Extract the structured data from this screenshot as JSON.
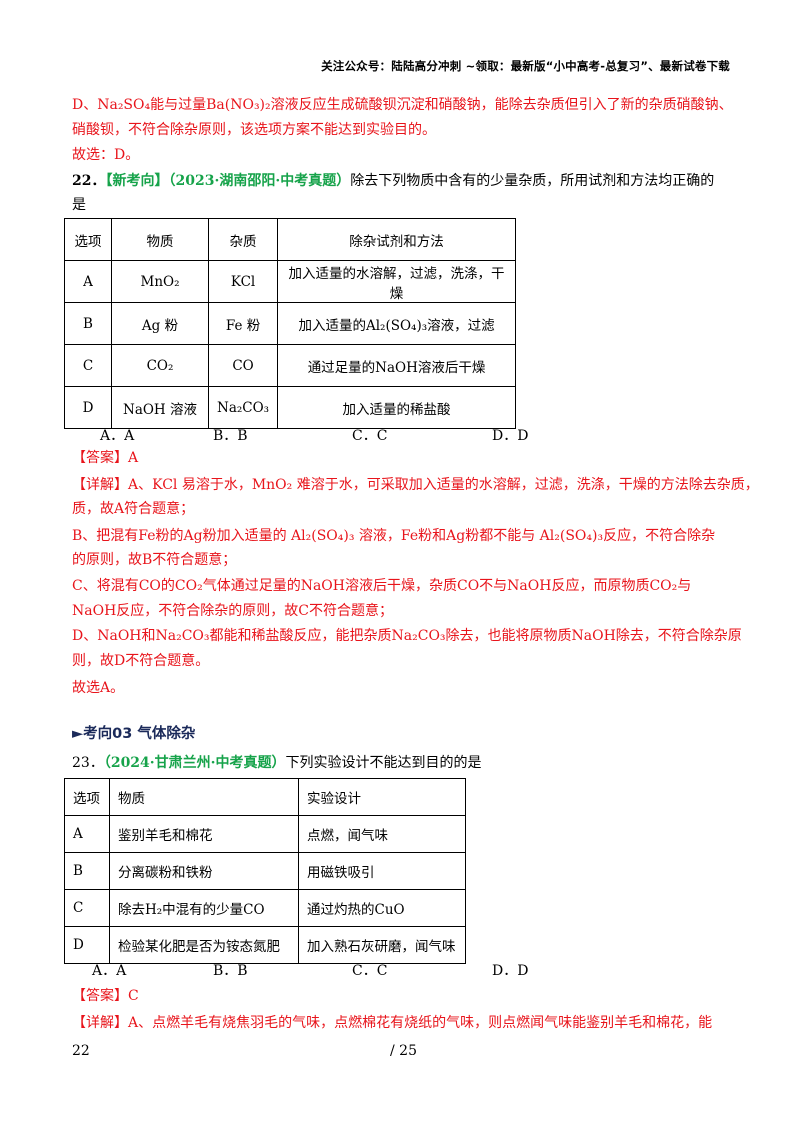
{
  "header": "关注公众号：陆陆高分冲刺  ~领取：最新版“小中高考-总复习”、最新试卷下载",
  "prev": {
    "d_line1": "D、Na₂SO₄能与过量Ba(NO₃)₂溶液反应生成硫酸钡沉淀和硝酸钠，能除去杂质但引入了新的杂质硝酸钠、",
    "d_line2": "硝酸钡，不符合除杂原则，该选项方案不能达到实验目的。",
    "choice": "故选：D。"
  },
  "q22": {
    "num": "22．",
    "tag": "【新考向】",
    "source": "（2023·湖南邵阳·中考真题）",
    "stem1": "除去下列物质中含有的少量杂质，所用试剂和方法均正确的",
    "stem2": "是",
    "table": {
      "headers": [
        "选项",
        "物质",
        "杂质",
        "除杂试剂和方法"
      ],
      "rows": [
        [
          "A",
          "MnO₂",
          "KCl",
          "加入适量的水溶解，过滤，洗涤，干燥"
        ],
        [
          "B",
          "Ag 粉",
          "Fe 粉",
          "加入适量的Al₂(SO₄)₃溶液，过滤"
        ],
        [
          "C",
          "CO₂",
          "CO",
          "通过足量的NaOH溶液后干燥"
        ],
        [
          "D",
          "NaOH 溶液",
          "Na₂CO₃",
          "加入适量的稀盐酸"
        ]
      ]
    },
    "options": [
      "A．A",
      "B．B",
      "C．C",
      "D．D"
    ],
    "answer": "【答案】A",
    "detail": [
      "【详解】A、KCl 易溶于水，MnO₂ 难溶于水，可采取加入适量的水溶解，过滤，洗涤，干燥的方法除去杂质，",
      "质，故A符合题意；",
      "B、把混有Fe粉的Ag粉加入适量的 Al₂(SO₄)₃ 溶液，Fe粉和Ag粉都不能与 Al₂(SO₄)₃反应，不符合除杂",
      "的原则，故B不符合题意；",
      "C、将混有CO的CO₂气体通过足量的NaOH溶液后干燥，杂质CO不与NaOH反应，而原物质CO₂与",
      "NaOH反应，不符合除杂的原则，故C不符合题意；",
      "D、NaOH和Na₂CO₃都能和稀盐酸反应，能把杂质Na₂CO₃除去，也能将原物质NaOH除去，不符合除杂原",
      "则，故D不符合题意。",
      "故选A。"
    ]
  },
  "section": "►考向03  气体除杂",
  "q23": {
    "num": "23．",
    "source": "（2024·甘肃兰州·中考真题）",
    "stem": "下列实验设计不能达到目的的是",
    "table": {
      "headers": [
        "选项",
        "物质",
        "实验设计"
      ],
      "rows": [
        [
          "A",
          "鉴别羊毛和棉花",
          "点燃，闻气味"
        ],
        [
          "B",
          "分离碳粉和铁粉",
          "用磁铁吸引"
        ],
        [
          "C",
          "除去H₂中混有的少量CO",
          "通过灼热的CuO"
        ],
        [
          "D",
          "检验某化肥是否为铵态氮肥",
          "加入熟石灰研磨，闻气味"
        ]
      ]
    },
    "options": [
      "A．A",
      "B．B",
      "C．C",
      "D．D"
    ],
    "answer": "【答案】C",
    "detail": "【详解】A、点燃羊毛有烧焦羽毛的气味，点燃棉花有烧纸的气味，则点燃闻气味能鉴别羊毛和棉花，能"
  },
  "footer": {
    "page_left": "22",
    "page_total": "/ 25"
  }
}
